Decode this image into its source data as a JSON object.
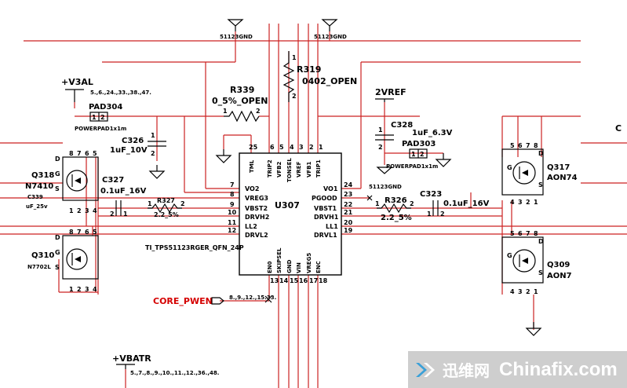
{
  "watermark": {
    "cn": "迅维网",
    "en": "Chinafix.com",
    "accent": "#3aa0d8"
  },
  "ic": {
    "ref": "U307",
    "part": "TI_TPS51123RGER_QFN_24P",
    "left_pins": [
      {
        "num": "7",
        "name": "VO2"
      },
      {
        "num": "8",
        "name": "VREG3"
      },
      {
        "num": "9",
        "name": "VBST2"
      },
      {
        "num": "10",
        "name": "DRVH2"
      },
      {
        "num": "11",
        "name": "LL2"
      },
      {
        "num": "12",
        "name": "DRVL2"
      }
    ],
    "right_pins": [
      {
        "num": "24",
        "name": "VO1"
      },
      {
        "num": "23",
        "name": "PGOOD"
      },
      {
        "num": "22",
        "name": "VBST1"
      },
      {
        "num": "21",
        "name": "DRVH1"
      },
      {
        "num": "20",
        "name": "LL1"
      },
      {
        "num": "19",
        "name": "DRVL1"
      }
    ],
    "top_pins": [
      {
        "num": "25",
        "name": "TML"
      },
      {
        "num": "6",
        "name": "TRIP2"
      },
      {
        "num": "5",
        "name": "VFB2"
      },
      {
        "num": "4",
        "name": "TONSEL"
      },
      {
        "num": "3",
        "name": "VREF"
      },
      {
        "num": "2",
        "name": "VFB1"
      },
      {
        "num": "1",
        "name": "TRIP1"
      }
    ],
    "bottom_pins": [
      {
        "num": "13",
        "name": "EN0"
      },
      {
        "num": "14",
        "name": "SKIPSEL"
      },
      {
        "num": "15",
        "name": "GND"
      },
      {
        "num": "16",
        "name": "VIN"
      },
      {
        "num": "17",
        "name": "VREG5"
      },
      {
        "num": "18",
        "name": "ENC"
      }
    ]
  },
  "gnd": {
    "label": "51123GND"
  },
  "r319": {
    "ref": "R319",
    "value": "0402_OPEN",
    "p1": "1",
    "p2": "2"
  },
  "r339": {
    "ref": "R339",
    "value": "0_5%_OPEN",
    "p1": "1",
    "p2": "2"
  },
  "v3al": {
    "label": "+V3AL",
    "pages": "5.,6.,24.,33.,38.,47."
  },
  "pad304": {
    "ref": "PAD304",
    "type": "POWERPAD1x1m",
    "p1": "1",
    "p2": "2"
  },
  "c326": {
    "ref": "C326",
    "value": "1uF_10V",
    "p1": "1",
    "p2": "2"
  },
  "vref": {
    "label": "2VREF"
  },
  "c328": {
    "ref": "C328",
    "value": "1uF_6.3V",
    "p1": "1",
    "p2": "2"
  },
  "pad303": {
    "ref": "PAD303",
    "type": "POWERPAD1x1m",
    "p1": "1",
    "p2": "2"
  },
  "q318": {
    "ref": "Q318",
    "part": "N7410",
    "pins_top": [
      "8",
      "7",
      "6",
      "5"
    ],
    "pins_bot": [
      "1",
      "2",
      "3",
      "4"
    ],
    "d": "D",
    "g": "G",
    "s": "S"
  },
  "q310": {
    "ref": "Q310",
    "part": "N7702L",
    "pins_top": [
      "8",
      "7",
      "6",
      "5"
    ],
    "pins_bot": [
      "1",
      "2",
      "3",
      "4"
    ],
    "d": "D",
    "g": "G",
    "s": "S"
  },
  "q317": {
    "ref": "Q317",
    "part": "AON74",
    "pins_top": [
      "5",
      "6",
      "7",
      "8"
    ],
    "pins_bot": [
      "4",
      "3",
      "2",
      "1"
    ],
    "d": "D",
    "g": "G",
    "s": "S"
  },
  "q309": {
    "ref": "Q309",
    "part": "AON7",
    "pins_top": [
      "5",
      "6",
      "7",
      "8"
    ],
    "pins_bot": [
      "4",
      "3",
      "2",
      "1"
    ],
    "d": "D",
    "g": "G",
    "s": "S"
  },
  "c339": {
    "ref": "C339",
    "value": "uF_25v"
  },
  "c327": {
    "ref": "C327",
    "value": "0.1uF_16V",
    "p1": "2",
    "p2": "1"
  },
  "r327": {
    "ref": "R327",
    "value": "2.2_5%",
    "p1": "1",
    "p2": "2"
  },
  "c323": {
    "ref": "C323",
    "value": "0.1uF_16V",
    "p1": "1",
    "p2": "2"
  },
  "r326": {
    "ref": "R326",
    "value": "2.2_5%",
    "p1": "1",
    "p2": "2"
  },
  "core_pwen": {
    "label": "CORE_PWEN",
    "pages": "8.,9.,12.,15.33."
  },
  "vbatr": {
    "label": "+VBATR",
    "pages": "5.,7.,8.,9.,10.,11.,12.,36.,48."
  },
  "edge": {
    "c": "C"
  }
}
